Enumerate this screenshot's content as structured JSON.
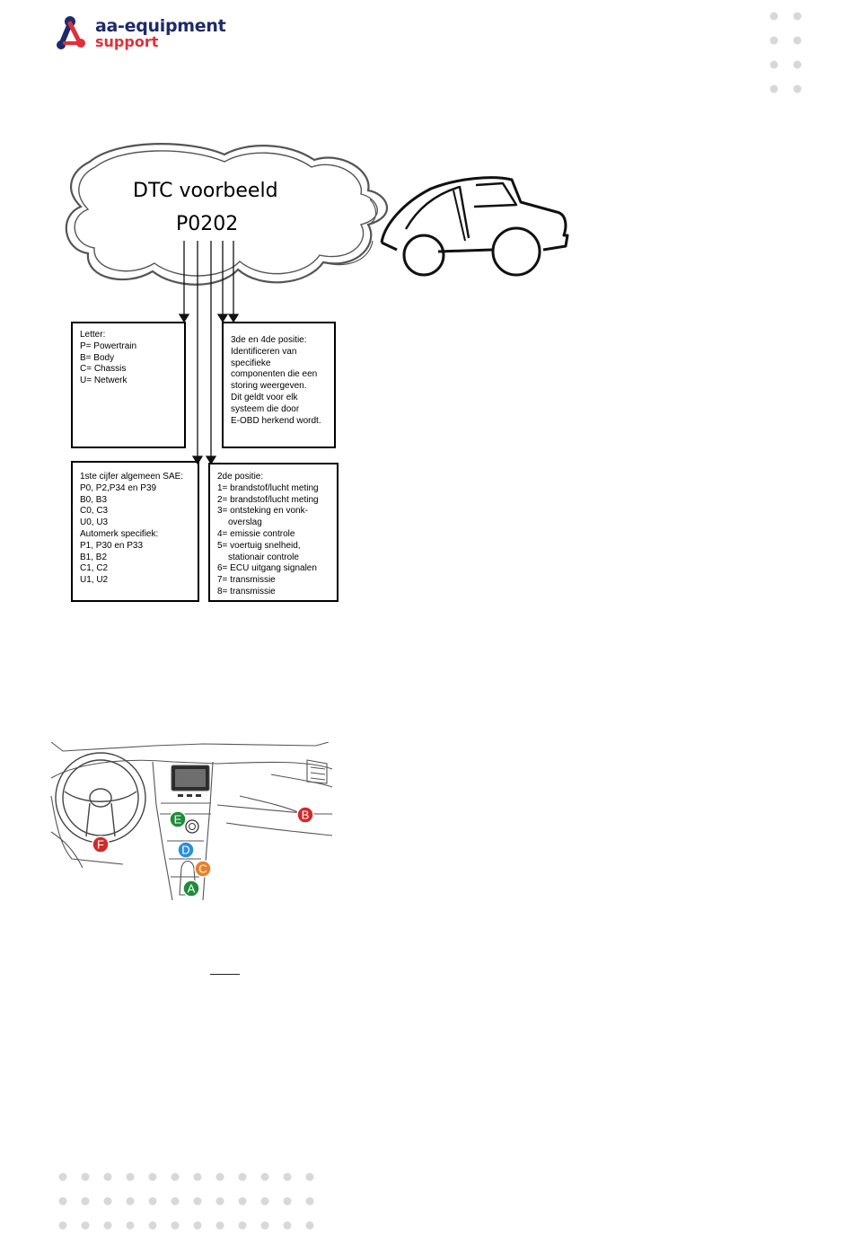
{
  "brand": {
    "line1": "aa-equipment",
    "line2": "support",
    "color_primary": "#1f2a6b",
    "color_accent": "#e0303a"
  },
  "diagram": {
    "title": "DTC voorbeeld",
    "code": "P0202",
    "box_letter": {
      "lines": [
        "Letter:",
        "P= Powertrain",
        "B= Body",
        "C= Chassis",
        "U= Netwerk"
      ]
    },
    "box_pos34": {
      "lines": [
        "3de en 4de positie:",
        "Identificeren van",
        "specifieke",
        "componenten die een",
        "storing weergeven.",
        "Dit geldt voor elk",
        "systeem die door",
        "E-OBD herkend wordt."
      ]
    },
    "box_digit1": {
      "lines": [
        "1ste cijfer algemeen SAE:",
        "P0, P2,P34 en P39",
        "B0, B3",
        "C0, C3",
        "U0, U3",
        "Automerk specifiek:",
        "P1, P30 en P33",
        "B1, B2",
        "C1, C2",
        "U1, U2"
      ]
    },
    "box_pos2": {
      "lines": [
        "2de positie:",
        "1= brandstof/lucht meting",
        "2= brandstof/lucht meting",
        "3= ontsteking en vonk-",
        "overslag",
        "4= emissie controle",
        "5= voertuig snelheid,",
        "stationair controle",
        "6= ECU uitgang signalen",
        "7= transmissie",
        "8= transmissie"
      ]
    }
  },
  "dashboard": {
    "markers": [
      {
        "label": "A",
        "color": "#1e8c3a"
      },
      {
        "label": "B",
        "color": "#d22a2a"
      },
      {
        "label": "C",
        "color": "#e8802a"
      },
      {
        "label": "D",
        "color": "#2a90d8"
      },
      {
        "label": "E",
        "color": "#1e8c3a"
      },
      {
        "label": "F",
        "color": "#d22a2a"
      }
    ]
  }
}
